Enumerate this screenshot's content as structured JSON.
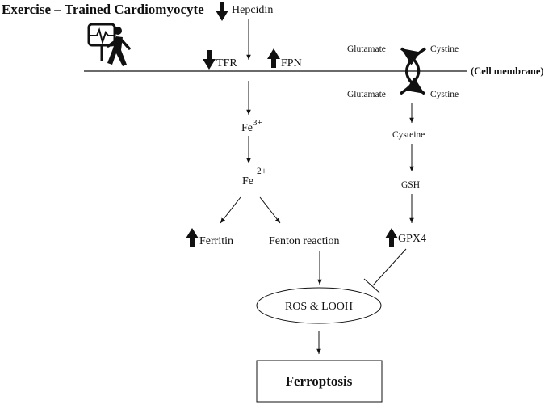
{
  "title": "Exercise – Trained Cardiomyocyte",
  "membrane_label": "(Cell membrane)",
  "nodes": {
    "hepcidin": "Hepcidin",
    "tfr": "TFR",
    "fpn": "FPN",
    "glutamate_out": "Glutamate",
    "cystine_out": "Cystine",
    "glutamate_in": "Glutamate",
    "cystine_in": "Cystine",
    "fe3_base": "Fe",
    "fe3_sup": "3+",
    "fe2_base": "Fe",
    "fe2_sup": "2+",
    "cysteine": "Cysteine",
    "gsh": "GSH",
    "ferritin": "Ferritin",
    "fenton": "Fenton reaction",
    "gpx4": "GPX4",
    "ros": "ROS & LOOH",
    "ferroptosis": "Ferroptosis"
  },
  "regulation": {
    "hepcidin": "down",
    "tfr": "down",
    "fpn": "up",
    "ferritin": "up",
    "gpx4": "up"
  },
  "icons": {
    "exercise": "runner-with-ecg-monitor-icon",
    "antiporter": "crossing-curved-arrows-icon"
  },
  "colors": {
    "ink": "#111111",
    "background": "#ffffff"
  }
}
